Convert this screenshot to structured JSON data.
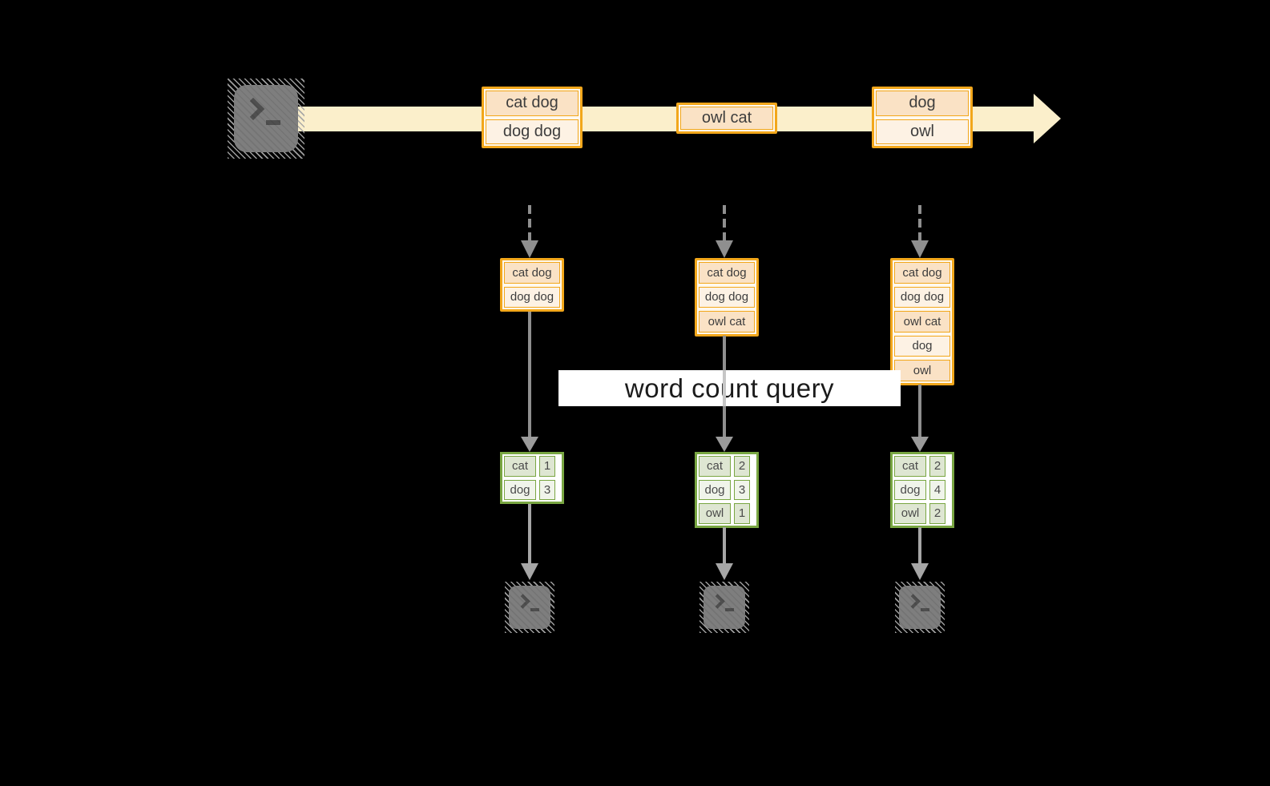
{
  "query_label": "word count query",
  "colors": {
    "background": "#000000",
    "stream_arrow": "#FBEFCB",
    "record_border": "#F2A71B",
    "record_fill_dark": "#FAE2C5",
    "record_fill_light": "#FDF2E4",
    "table_border": "#79A642",
    "table_fill_dark": "#DEE6D2",
    "table_fill_light": "#F0F4EA",
    "connector_gray": "#8F8F8F"
  },
  "icons": {
    "source": "terminal-prompt-icon",
    "outputs": [
      "terminal-prompt-icon",
      "terminal-prompt-icon",
      "terminal-prompt-icon"
    ]
  },
  "stream_batches": [
    {
      "records": [
        "cat dog",
        "dog dog"
      ]
    },
    {
      "records": [
        "owl cat"
      ]
    },
    {
      "records": [
        "dog",
        "owl"
      ]
    }
  ],
  "pipelines": [
    {
      "state_records": [
        "cat dog",
        "dog dog"
      ],
      "counts": [
        {
          "word": "cat",
          "count": "1"
        },
        {
          "word": "dog",
          "count": "3"
        }
      ]
    },
    {
      "state_records": [
        "cat dog",
        "dog dog",
        "owl cat"
      ],
      "counts": [
        {
          "word": "cat",
          "count": "2"
        },
        {
          "word": "dog",
          "count": "3"
        },
        {
          "word": "owl",
          "count": "1"
        }
      ]
    },
    {
      "state_records": [
        "cat dog",
        "dog dog",
        "owl cat",
        "dog",
        "owl"
      ],
      "counts": [
        {
          "word": "cat",
          "count": "2"
        },
        {
          "word": "dog",
          "count": "4"
        },
        {
          "word": "owl",
          "count": "2"
        }
      ]
    }
  ]
}
